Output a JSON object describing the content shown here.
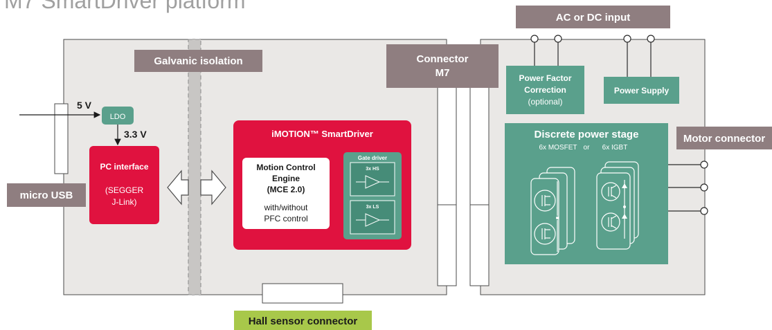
{
  "title": "M7 SmartDriver platform",
  "labels": {
    "ac_dc_input": "AC or DC input",
    "galvanic_isolation": "Galvanic isolation",
    "connector_m7_line1": "Connector",
    "connector_m7_line2": "M7",
    "motor_connector": "Motor connector",
    "micro_usb": "micro USB",
    "hall_sensor_connector": "Hall sensor connector",
    "voltage_5v": "5 V",
    "voltage_3v3": "3.3 V",
    "ldo": "LDO"
  },
  "pc_interface": {
    "title": "PC interface",
    "line1": "(SEGGER",
    "line2": "J-Link)"
  },
  "imotion": {
    "title": "iMOTION™ SmartDriver",
    "mce_lines": [
      "Motion Control",
      "Engine",
      "(MCE 2.0)",
      "with/without",
      "PFC control"
    ],
    "gate_driver": "Gate driver",
    "hs": "3x HS",
    "ls": "3x LS"
  },
  "pfc": {
    "line1": "Power Factor",
    "line2": "Correction",
    "line3": "(optional)"
  },
  "power_supply": "Power Supply",
  "power_stage": {
    "title": "Discrete power stage",
    "subtitle_a": "6x MOSFET",
    "subtitle_or": "or",
    "subtitle_b": "6x IGBT"
  },
  "colors": {
    "label_bg": "#8f7e80",
    "board_bg": "#eae8e6",
    "red": "#e0123f",
    "green": "#5aa08c",
    "green_dark": "#468c78",
    "hall_bg": "#a8c84a"
  }
}
